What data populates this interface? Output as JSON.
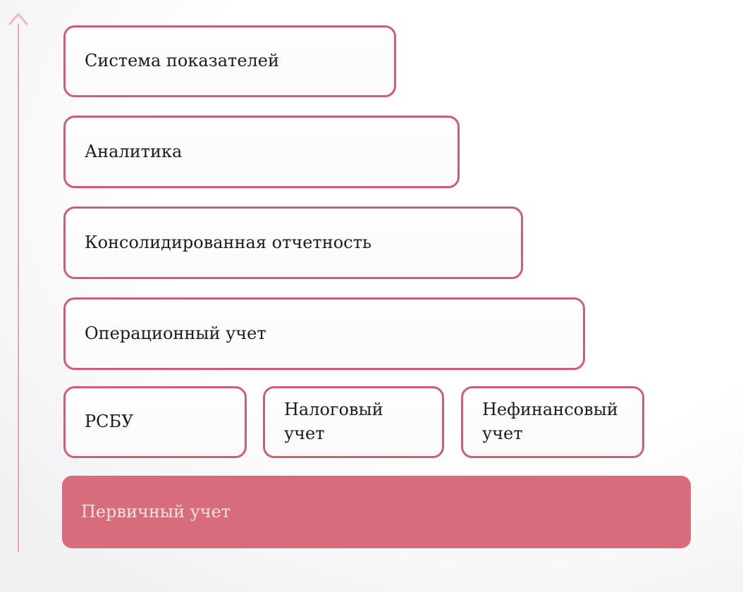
{
  "diagram": {
    "type": "stacked-hierarchy",
    "levels": [
      {
        "label": "Система показателей"
      },
      {
        "label": "Аналитика"
      },
      {
        "label": "Консолидированная отчетность"
      },
      {
        "label": "Операционный учет"
      },
      {
        "label": "РСБУ"
      },
      {
        "label": "Налоговый учет"
      },
      {
        "label": "Нефинансовый учет"
      },
      {
        "label": "Первичный учет"
      }
    ],
    "arrow": {
      "direction": "up"
    },
    "colors": {
      "box_border": "#cd5f74",
      "box_background": "#fdfdfd",
      "filled_box": "#d76c7c",
      "filled_box_text": "#f3e1e3",
      "arrow_line": "#e5a9b4",
      "arrow_head": "#edbac4",
      "text": "#1c1c1c"
    }
  }
}
